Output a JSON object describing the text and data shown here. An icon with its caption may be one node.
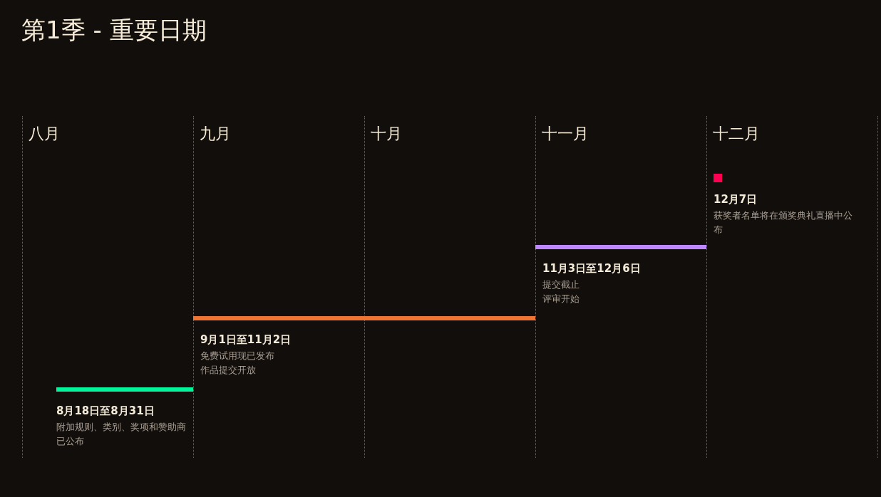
{
  "diagram": {
    "title": "第1季 - 重要日期",
    "nodes": [
      {
        "text": [
          "8月18日至8月31日",
          "附加规则、类别、奖项和赞助商已公布"
        ]
      },
      {
        "text": [
          "9月1日至11月2日",
          "免费试用现已发布",
          "作品提交开放"
        ]
      },
      {
        "text": [
          "11月3日至12月6日",
          "提交截止",
          "评审开始"
        ]
      },
      {
        "text": [
          "12月7日",
          "获奖者名单将在颁奖典礼直播中公布"
        ]
      }
    ],
    "labels": [
      "八月",
      "九月",
      "十月",
      "十一月",
      "十二月"
    ]
  }
}
